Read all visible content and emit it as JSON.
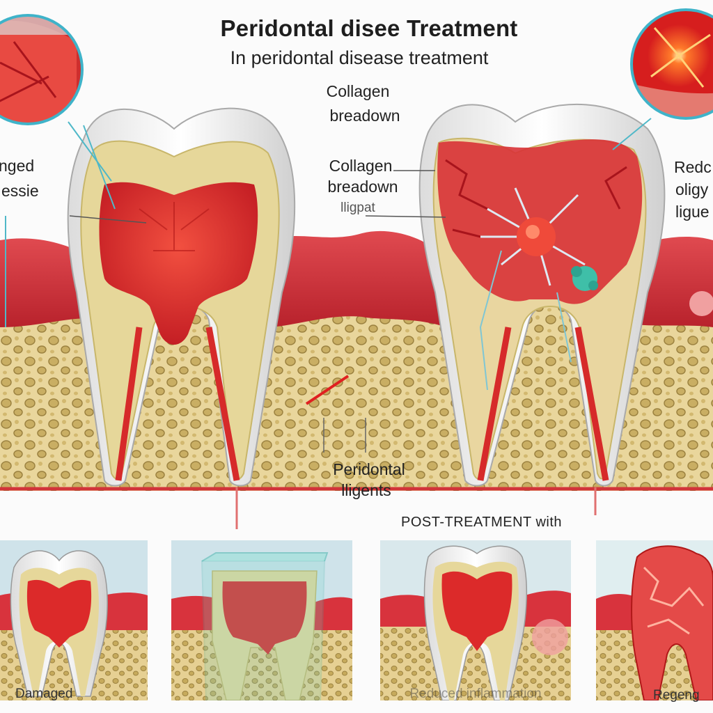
{
  "title": "Peridontal disee Treatment",
  "subtitle": "In peridontal disease treatment",
  "labels": {
    "collagen_1_line1": "Collagen",
    "collagen_1_line2": "breadown",
    "collagen_2_line1": "Collagen",
    "collagen_2_line2": "breadown",
    "ligament_faint": "lligpat",
    "damaged_line1": "nged",
    "damaged_line2": "essie",
    "right_line1": "Redc",
    "right_line2": "oligy",
    "right_line3": "ligue",
    "peridontal_line1": "Peridontal",
    "peridontal_line2": "lligents",
    "post_treatment": "POST-TREATMENT with"
  },
  "panels": [
    {
      "caption": "Damaged"
    },
    {
      "caption": ""
    },
    {
      "caption": "Reduced inflammation"
    },
    {
      "caption": "Regeng"
    }
  ],
  "colors": {
    "gum": "#d8333d",
    "gum_dark": "#b0202a",
    "bone": "#e8d49a",
    "bone_pore": "#b89a4c",
    "enamel": "#f2f2f2",
    "dentin": "#e6d79a",
    "pulp": "#e0302e",
    "leader_line": "#4fb8c8",
    "gel": "#6fd3c8"
  },
  "icons": [
    "zoom-circle-top-left",
    "zoom-circle-top-right",
    "inflammation-burst",
    "bacteria-cluster"
  ]
}
